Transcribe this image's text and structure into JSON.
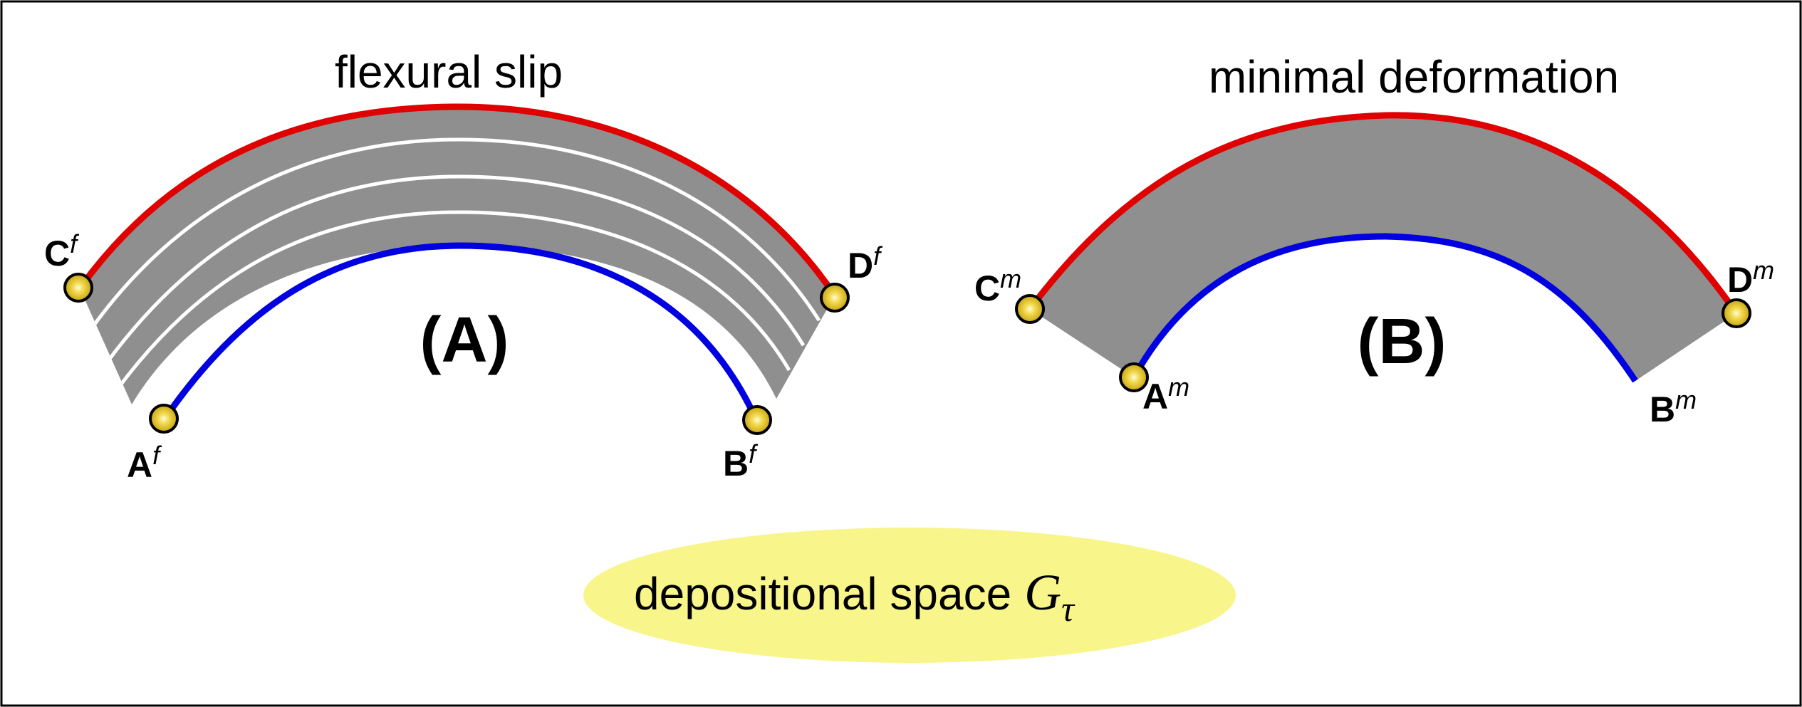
{
  "panel_a": {
    "title": "flexural slip",
    "label": "(A)",
    "points": {
      "A": {
        "letter": "A",
        "sup": "f"
      },
      "B": {
        "letter": "B",
        "sup": "f"
      },
      "C": {
        "letter": "C",
        "sup": "f"
      },
      "D": {
        "letter": "D",
        "sup": "f"
      }
    }
  },
  "panel_b": {
    "title": "minimal deformation",
    "label": "(B)",
    "points": {
      "A": {
        "letter": "A",
        "sup": "m"
      },
      "B": {
        "letter": "B",
        "sup": "m"
      },
      "C": {
        "letter": "C",
        "sup": "m"
      },
      "D": {
        "letter": "D",
        "sup": "m"
      }
    }
  },
  "caption": {
    "text": "depositional space",
    "symbol": "G",
    "subscript": "τ"
  },
  "colors": {
    "fill": "#8f8f8f",
    "top_horizon": "#e00000",
    "bottom_horizon": "#0000e0",
    "point_fill": "#e6c619",
    "ellipse": "#f8f58a"
  }
}
